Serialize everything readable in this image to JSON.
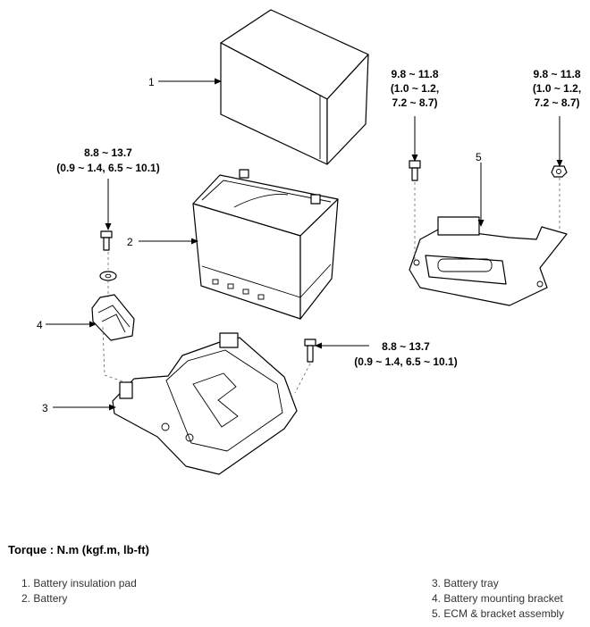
{
  "callouts": {
    "c1": "1",
    "c2": "2",
    "c3": "3",
    "c4": "4",
    "c5": "5"
  },
  "torque_specs": {
    "bracket_left": {
      "line1": "9.8 ~ 11.8",
      "line2": "(1.0 ~ 1.2,",
      "line3": "7.2 ~ 8.7)"
    },
    "bracket_right": {
      "line1": "9.8 ~ 11.8",
      "line2": "(1.0 ~ 1.2,",
      "line3": "7.2 ~ 8.7)"
    },
    "mount_bolt": {
      "line1": "8.8 ~ 13.7",
      "line2": "(0.9 ~ 1.4, 6.5 ~ 10.1)"
    },
    "tray_bolt": {
      "line1": "8.8 ~ 13.7",
      "line2": "(0.9 ~ 1.4, 6.5 ~ 10.1)"
    }
  },
  "torque_title": "Torque : N.m (kgf.m, lb-ft)",
  "legend": {
    "left": [
      "1. Battery insulation pad",
      "2. Battery"
    ],
    "right": [
      "3. Battery tray",
      "4. Battery mounting bracket",
      "5. ECM & bracket assembly"
    ]
  }
}
